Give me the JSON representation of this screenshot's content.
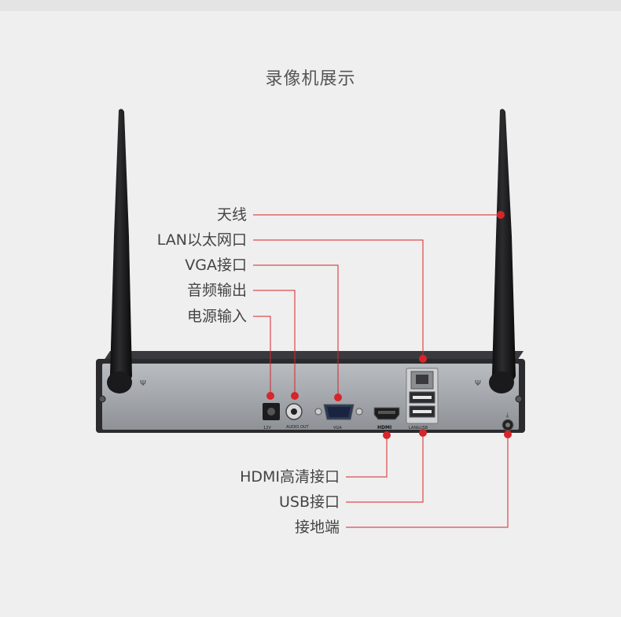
{
  "title": "录像机展示",
  "callouts": {
    "antenna": "天线",
    "lan": "LAN以太网口",
    "vga": "VGA接口",
    "audio": "音频输出",
    "power": "电源输入",
    "hdmi": "HDMI高清接口",
    "usb": "USB接口",
    "ground": "接地端"
  },
  "panel_labels": {
    "dc": "12V",
    "audio": "AUDIO OUT",
    "vga": "VGA",
    "hdmi": "HDMI",
    "lanusb": "LAN&USB"
  },
  "colors": {
    "background": "#efefef",
    "callout_line": "#d6262b",
    "device_panel": "#9ea2a7",
    "device_frame": "#2b2b2e",
    "antenna": "#161618"
  }
}
